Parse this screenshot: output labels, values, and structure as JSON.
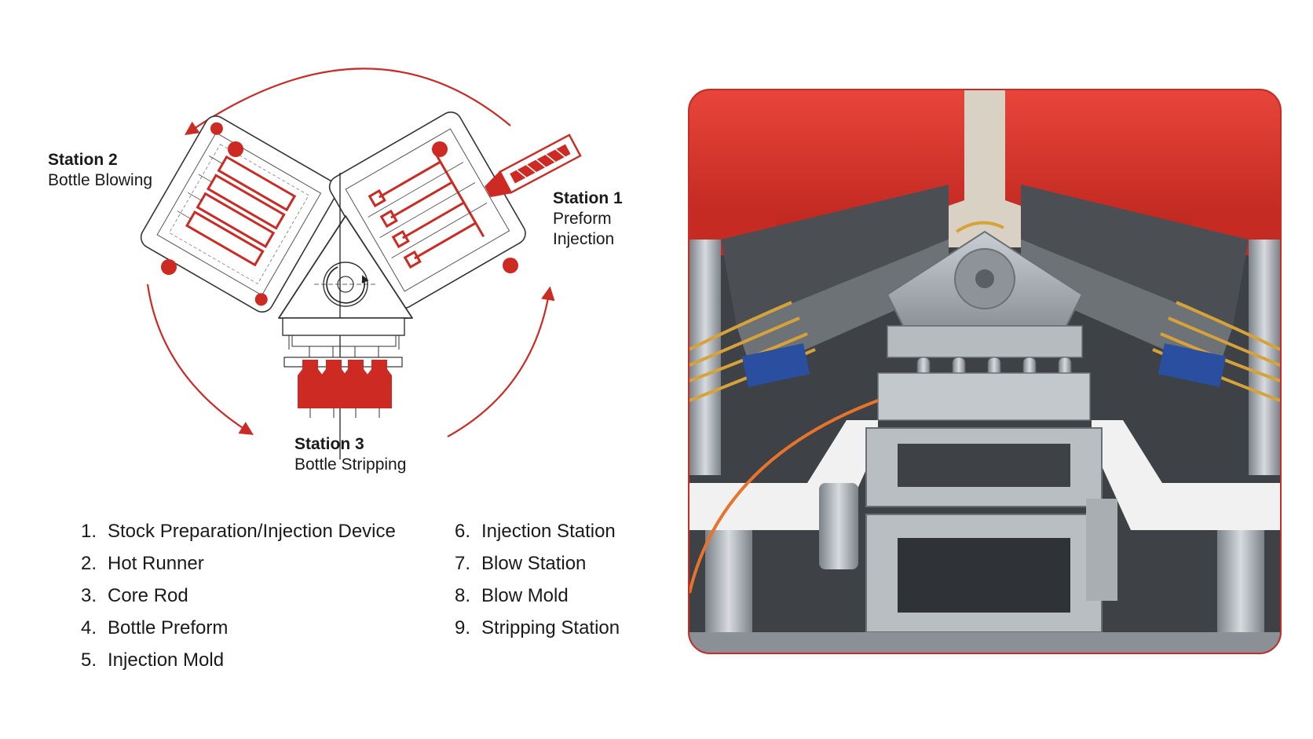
{
  "stations": [
    {
      "id": "station-2",
      "title": "Station 2",
      "subtitle": "Bottle Blowing"
    },
    {
      "id": "station-1",
      "title": "Station 1",
      "subtitle_lines": [
        "Preform",
        "Injection"
      ]
    },
    {
      "id": "station-3",
      "title": "Station 3",
      "subtitle": "Bottle Stripping"
    }
  ],
  "legend": {
    "left": [
      {
        "num": "1.",
        "label": "Stock Preparation/Injection Device"
      },
      {
        "num": "2.",
        "label": "Hot Runner"
      },
      {
        "num": "3.",
        "label": "Core Rod"
      },
      {
        "num": "4.",
        "label": "Bottle Preform"
      },
      {
        "num": "5.",
        "label": "Injection Mold"
      }
    ],
    "right": [
      {
        "num": "6.",
        "label": "Injection Station"
      },
      {
        "num": "7.",
        "label": "Blow Station"
      },
      {
        "num": "8.",
        "label": "Blow Mold"
      },
      {
        "num": "9.",
        "label": "Stripping Station"
      }
    ]
  },
  "colors": {
    "accent_red": "#cc2a22",
    "line_dark": "#333333",
    "machine_red": "#d8322a",
    "steel": "#9aa0a6",
    "hose_orange": "#e8742c",
    "hose_amber": "#d6a23a",
    "clamp_blue": "#2a4fa0"
  },
  "icons": [
    "rotation-arrow-icon",
    "cycle-arrow-icon"
  ]
}
